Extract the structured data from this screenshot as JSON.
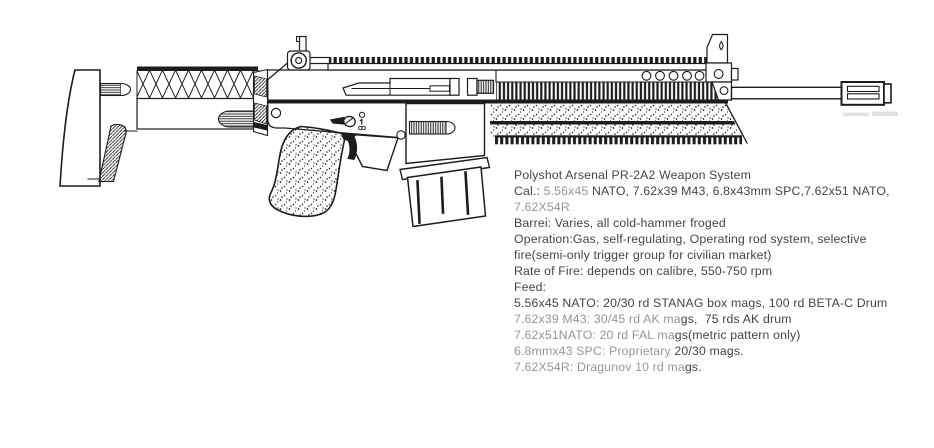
{
  "colors": {
    "ink": "#1c1c1c",
    "text": "#454545",
    "muted_text": "#969696",
    "background": "#ffffff",
    "shadow": "#c9c9c9"
  },
  "specs": {
    "lines": [
      {
        "segments": [
          {
            "text": "Polyshot Arsenal PR-2A2 Weapon System",
            "muted": false
          }
        ]
      },
      {
        "segments": [
          {
            "text": "Cal.: ",
            "muted": false
          },
          {
            "text": "5.56x45",
            "muted": true
          },
          {
            "text": " NATO, 7.62x39 M43, 6.8x43mm SPC,7.62x51 NATO,",
            "muted": false
          }
        ]
      },
      {
        "segments": [
          {
            "text": "7.62X54R",
            "muted": true
          }
        ]
      },
      {
        "segments": [
          {
            "text": "Barrei: Varies, all cold-hammer froged",
            "muted": false
          }
        ]
      },
      {
        "segments": [
          {
            "text": "Operation:Gas, self-regulating, Operating rod system, selective",
            "muted": false
          }
        ]
      },
      {
        "segments": [
          {
            "text": "fire(semi-only trigger group for civilian market)",
            "muted": false
          }
        ]
      },
      {
        "segments": [
          {
            "text": "Rate of Fire: depends on calibre, 550-750 rpm",
            "muted": false
          }
        ]
      },
      {
        "segments": [
          {
            "text": "Feed:",
            "muted": false
          }
        ]
      },
      {
        "segments": [
          {
            "text": "5.56x45 NATO: 20/30 rd STANAG box mags, 100 rd BETA-C Drum",
            "muted": false
          }
        ]
      },
      {
        "segments": [
          {
            "text": "7.62x39 M43: 30/45 rd AK ma",
            "muted": true
          },
          {
            "text": "gs,  75 rds AK drum",
            "muted": false
          }
        ]
      },
      {
        "segments": [
          {
            "text": "7.62x51NATO: 20 rd FAL ma",
            "muted": true
          },
          {
            "text": "gs(metric pattern only)",
            "muted": false
          }
        ]
      },
      {
        "segments": [
          {
            "text": "6.8mmx43 SPC: Proprietary ",
            "muted": true
          },
          {
            "text": "20/30 mags.",
            "muted": false
          }
        ]
      },
      {
        "segments": [
          {
            "text": "7.62X54R: Dragunov 10 rd ma",
            "muted": true
          },
          {
            "text": "gs.",
            "muted": false
          }
        ]
      }
    ]
  }
}
